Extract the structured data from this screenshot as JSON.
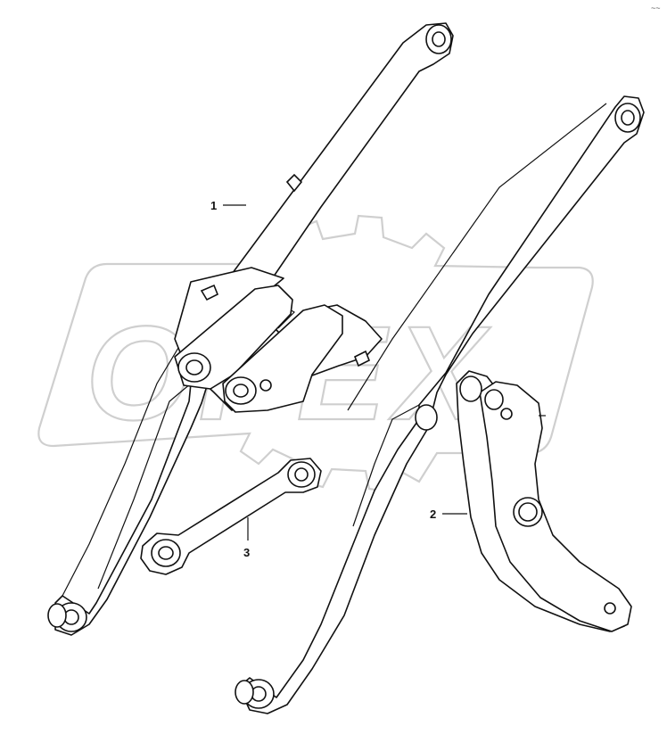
{
  "watermark": {
    "text": "OPEX",
    "color": "#cfcfcf"
  },
  "callouts": [
    {
      "id": "1",
      "label": "1",
      "part": "lift-arm"
    },
    {
      "id": "2",
      "label": "2",
      "part": "bell-crank"
    },
    {
      "id": "3",
      "label": "3",
      "part": "link-rod"
    }
  ],
  "corner_mark": "~~",
  "colors": {
    "line": "#111111",
    "background": "#ffffff",
    "watermark": "#cfcfcf"
  }
}
